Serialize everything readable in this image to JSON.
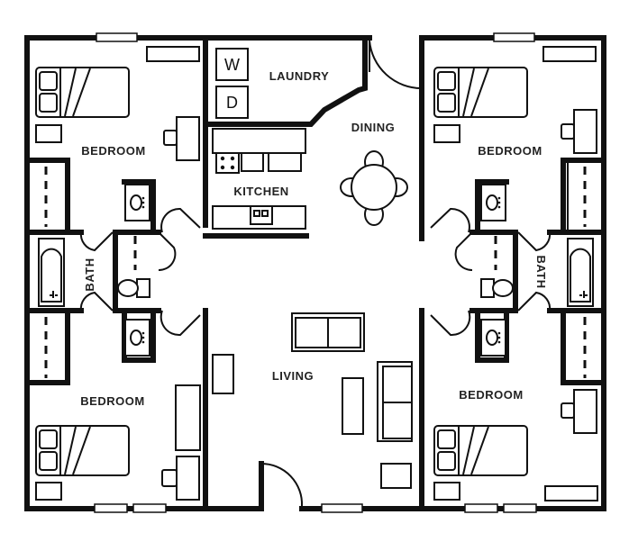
{
  "rooms": {
    "laundry": "LAUNDRY",
    "dining": "DINING",
    "kitchen": "KITCHEN",
    "living": "LIVING",
    "bedroom_top_left": "BEDROOM",
    "bedroom_bottom_left": "BEDROOM",
    "bedroom_top_right": "BEDROOM",
    "bedroom_bottom_right": "BEDROOM",
    "bath_left": "BATH",
    "bath_right": "BATH"
  },
  "appliances": {
    "washer": "W",
    "dryer": "D"
  }
}
